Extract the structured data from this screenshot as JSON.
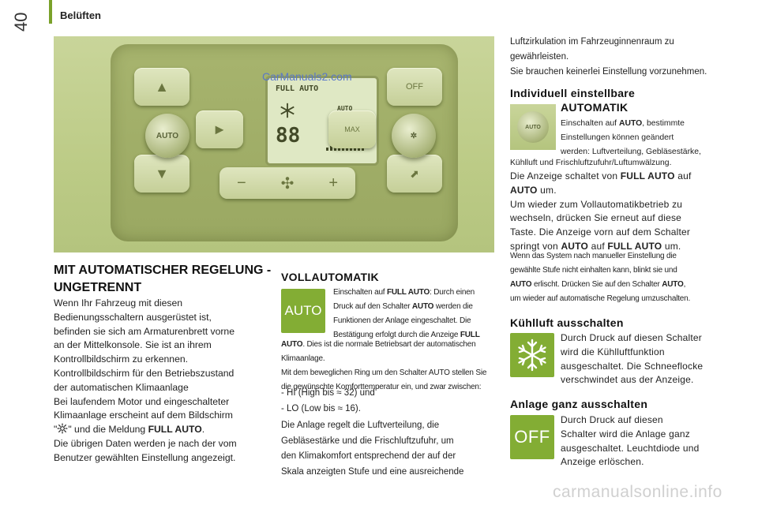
{
  "header": {
    "page_number": "40",
    "section": "Belüften"
  },
  "photo": {
    "watermark": "CarManuals2.com",
    "display_mode": "FULL AUTO",
    "display_small": "AUTO",
    "display_temp": "88",
    "knob_label": "AUTO",
    "key_off": "OFF",
    "key_max": "MAX",
    "fan_minus": "−",
    "fan_plus": "+"
  },
  "left": {
    "title": "MIT AUTOMATISCHER REGELUNG - UNGETRENNT",
    "lines": [
      "Wenn Ihr Fahrzeug mit diesen",
      "Bedienungsschaltern ausgerüstet ist,",
      "befinden sie sich am Armaturenbrett vorne",
      "an der Mittelkonsole. Sie ist an ihrem",
      "Kontrollbildschirm zu erkennen.",
      "Kontrollbildschirm für den Betriebszustand",
      "der automatischen Klimaanlage",
      "Bei laufendem Motor und eingeschalteter",
      "Klimaanlage erscheint auf dem Bildschirm"
    ],
    "gear_pre": "\"",
    "gear_post": "\" und die Meldung ",
    "gear_bold": "FULL AUTO",
    "gear_end": ".",
    "lines_end": [
      "Die übrigen Daten werden je nach der vom",
      "Benutzer gewählten Einstellung angezeigt."
    ]
  },
  "voll": {
    "title": "VOLLAUTOMATIK",
    "tile_label": "AUTO",
    "side_1a": "Einschalten auf ",
    "side_1b": "FULL AUTO",
    "side_1c": ": Durch einen",
    "side_2a": "Druck auf den Schalter ",
    "side_2b": "AUTO",
    "side_2c": " werden die",
    "side_3": "Funktionen der Anlage eingeschaltet. Die",
    "side_4a": "Bestätigung erfolgt durch die Anzeige ",
    "side_4b": "FULL",
    "rest_1a": "AUTO",
    "rest_1b": ". Dies ist die normale Betriebsart der automatischen",
    "rest_2": "Klimaanlage.",
    "rest_3": "Mit dem beweglichen Ring um den Schalter AUTO stellen Sie",
    "rest_4": "die gewünschte Komforttemperatur ein, und zwar zwischen:",
    "list": [
      "- HI (High bis ≈ 32) und",
      "- LO (Low bis ≈ 16)."
    ],
    "end": [
      "Die Anlage regelt die Luftverteilung, die",
      "Gebläsestärke und die Frischluftzufuhr, um",
      "den Klimakomfort entsprechend der auf der",
      "Skala anzeigten Stufe und eine ausreichende"
    ]
  },
  "right": {
    "top": [
      "Luftzirkulation im Fahrzeuginnenraum zu",
      "gewährleisten.",
      "Sie brauchen keinerlei Einstellung vorzunehmen."
    ],
    "indiv_title": "Individuell einstellbare",
    "auto_title": "AUTOMATIK",
    "photo_knob_label": "AUTO",
    "side_1a": "Einschalten auf ",
    "side_1b": "AUTO",
    "side_1c": ", bestimmte",
    "side_2": "Einstellungen können geändert",
    "side_3": "werden: Luftverteilung, Gebläsestärke,",
    "under": "Kühlluft und Frischluftzufuhr/Luftumwälzung.",
    "body_1a": "Die Anzeige schaltet von ",
    "body_1b": "FULL AUTO",
    "body_1c": " auf",
    "body_2a": "AUTO",
    "body_2b": " um.",
    "body_3": "Um wieder zum Vollautomatikbetrieb zu",
    "body_4": "wechseln, drücken Sie erneut auf diese",
    "body_5": "Taste. Die Anzeige vorn auf dem Schalter",
    "body_6a": "springt von ",
    "body_6b": "AUTO",
    "body_6c": " auf ",
    "body_6d": "FULL AUTO",
    "body_6e": " um.",
    "small_1": "Wenn das System nach manueller Einstellung die",
    "small_2": "gewählte Stufe nicht einhalten kann, blinkt sie und",
    "small_3a": "AUTO",
    "small_3b": " erlischt. Drücken Sie auf den Schalter ",
    "small_3c": "AUTO",
    "small_3d": ",",
    "small_4": "um wieder auf automatische Regelung umzuschalten.",
    "kuehl_title": "Kühlluft ausschalten",
    "kuehl_text": [
      "Durch Druck auf diesen Schalter",
      "wird die Kühlluftfunktion",
      "ausgeschaltet. Die Schneeflocke",
      "verschwindet aus der Anzeige."
    ],
    "anlage_title": "Anlage ganz ausschalten",
    "off_label": "OFF",
    "anlage_text": [
      "Durch Druck auf diesen",
      "Schalter wird die Anlage ganz",
      "ausgeschaltet. Leuchtdiode und",
      "Anzeige erlöschen."
    ]
  },
  "footer": {
    "watermark": "carmanualsonline.info"
  },
  "colors": {
    "accent_green": "#83ad34",
    "header_bar": "#7aa12a"
  }
}
